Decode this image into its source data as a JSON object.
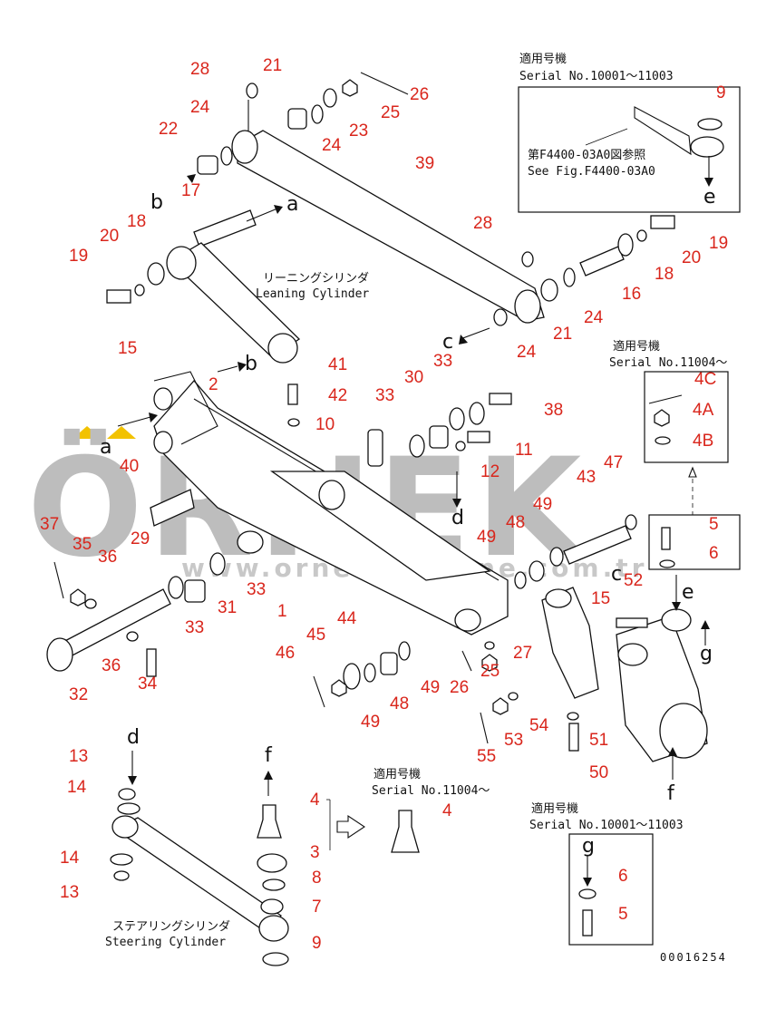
{
  "watermark": {
    "brand": "ÖRNEK",
    "url": "www.orneksmakine.com.tr",
    "accent_color": "#f2c200",
    "text_color": "#bdbdbd"
  },
  "label_color": "#d9261c",
  "drawing_code": "00016254",
  "labels": {
    "leaning_cylinder_jp": "リーニングシリンダ",
    "leaning_cylinder_en": "Leaning Cylinder",
    "steering_cylinder_jp": "ステアリングシリンダ",
    "steering_cylinder_en": "Steering Cylinder"
  },
  "serial_boxes": {
    "top": {
      "title_jp": "適用号機",
      "serial": "Serial No.10001～11003",
      "ref_jp": "第F4400-03A0図参照",
      "ref_en": "See Fig.F4400-03A0"
    },
    "right": {
      "title_jp": "適用号機",
      "serial": "Serial No.11004～"
    },
    "middle": {
      "title_jp": "適用号機",
      "serial": "Serial No.11004～"
    },
    "bottom": {
      "title_jp": "適用号機",
      "serial": "Serial No.10001～11003"
    }
  },
  "view_letters": [
    "a",
    "b",
    "c",
    "d",
    "e",
    "f",
    "g"
  ],
  "part_numbers": [
    "1",
    "2",
    "3",
    "4",
    "4A",
    "4B",
    "4C",
    "5",
    "6",
    "7",
    "8",
    "9",
    "10",
    "11",
    "12",
    "13",
    "14",
    "15",
    "16",
    "17",
    "18",
    "19",
    "20",
    "21",
    "22",
    "23",
    "24",
    "25",
    "26",
    "27",
    "28",
    "29",
    "30",
    "31",
    "32",
    "33",
    "34",
    "35",
    "36",
    "37",
    "38",
    "39",
    "40",
    "41",
    "42",
    "43",
    "44",
    "45",
    "46",
    "47",
    "48",
    "49",
    "50",
    "51",
    "52",
    "53",
    "54",
    "55"
  ]
}
